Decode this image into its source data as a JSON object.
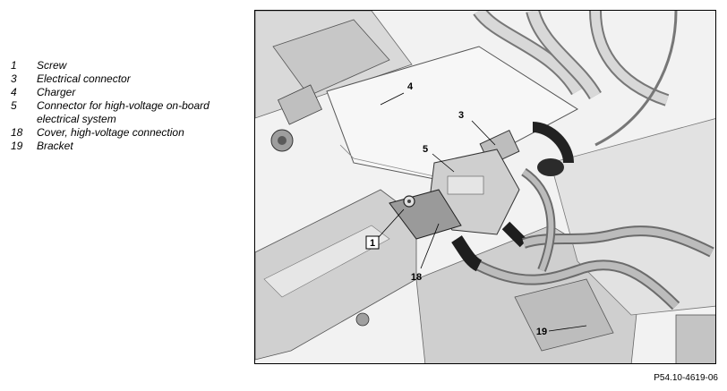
{
  "legend": [
    {
      "num": "1",
      "text": "Screw"
    },
    {
      "num": "3",
      "text": "Electrical connector"
    },
    {
      "num": "4",
      "text": "Charger"
    },
    {
      "num": "5",
      "text": "Connector for high-voltage on-board electrical system"
    },
    {
      "num": "18",
      "text": "Cover, high-voltage connection"
    },
    {
      "num": "19",
      "text": "Bracket"
    }
  ],
  "callouts": {
    "c1": "1",
    "c3": "3",
    "c4": "4",
    "c5": "5",
    "c18": "18",
    "c19": "19"
  },
  "figure_ref": "P54.10-4619-06"
}
